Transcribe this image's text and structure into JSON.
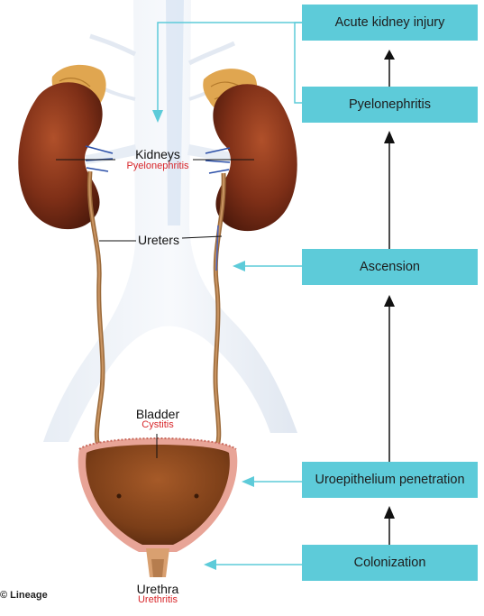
{
  "anatomy": {
    "kidneys": "Kidneys",
    "kidneys_condition": "Pyelonephritis",
    "ureters": "Ureters",
    "bladder": "Bladder",
    "bladder_condition": "Cystitis",
    "urethra": "Urethra",
    "urethra_condition": "Urethritis"
  },
  "stages": [
    "Acute kidney injury",
    "Pyelonephritis",
    "Ascension",
    "Uroepithelium penetration",
    "Colonization"
  ],
  "copyright": "© Lineage",
  "colors": {
    "stage_box": "#5dcbd9",
    "connector": "#5dcbd9",
    "condition_text": "#d8262a",
    "kidney": "#8a3a1e",
    "adrenal": "#e0a650"
  }
}
